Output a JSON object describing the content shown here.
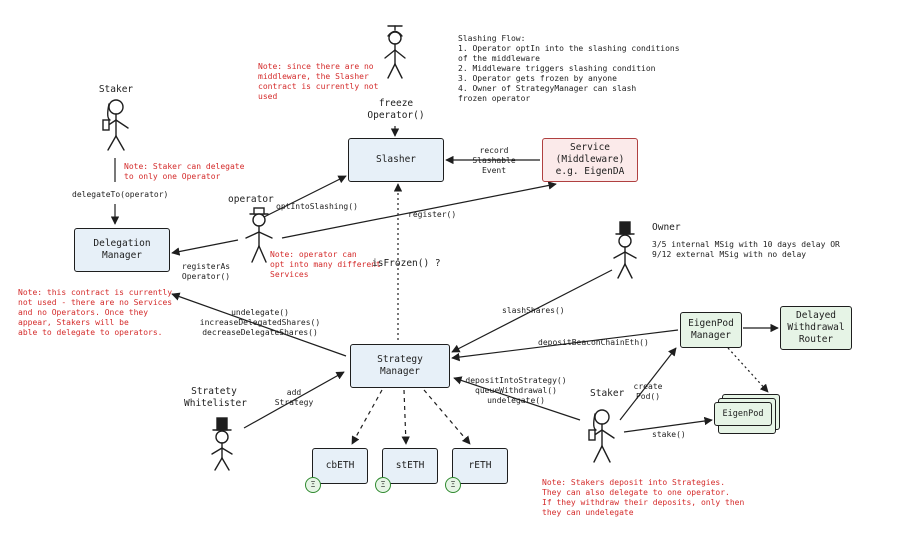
{
  "actors": {
    "staker_top": "Staker",
    "operator": "operator",
    "freeze_operator": "freeze\nOperator()",
    "owner": "Owner",
    "strategy_whitelister": "Stratety\nWhitelister",
    "staker_bottom": "Staker"
  },
  "boxes": {
    "slasher": "Slasher",
    "service": "Service\n(Middleware)\ne.g. EigenDA",
    "delegation_manager": "Delegation\nManager",
    "strategy_manager": "Strategy\nManager",
    "eigenpod_manager": "EigenPod\nManager",
    "delayed_withdrawal_router": "Delayed\nWithdrawal\nRouter",
    "eigenpod": "EigenPod",
    "cbeth": "cbETH",
    "steth": "stETH",
    "reth": "rETH"
  },
  "badge_symbol": "Ξ",
  "slashing_flow": "Slashing Flow:\n1. Operator optIn into the slashing conditions\nof the middleware\n2. Middleware triggers slashing condition\n3. Operator gets frozen by anyone\n4. Owner of StrategyManager can slash\nfrozen operator",
  "owner_note": "3/5 internal MSig with 10 days delay OR\n9/12 external MSig with no delay",
  "notes": {
    "slasher_note": "Note: since there are no\nmiddleware, the Slasher\ncontract is currently not used",
    "staker_delegate_note": "Note: Staker can delegate\nto only one Operator",
    "operator_note": "Note: operator can\nopt into many different\nServices",
    "delegation_note": "Note: this contract is currently\nnot used - there are no Services\nand no Operators. Once they\nappear, Stakers will be\nable to delegate to operators.",
    "stakers_note": "Note: Stakers deposit into Strategies.\nThey can also delegate to one operator.\nIf they withdraw their deposits, only then\nthey can undelegate"
  },
  "edge_labels": {
    "record_event": "record\nSlashable\nEvent",
    "opt_into_slashing": "optIntoSlashing()",
    "register": "register()",
    "delegate_to": "delegateTo(operator)",
    "registers_operator": "registerAs\nOperator()",
    "is_frozen": "isFrozen() ?",
    "slash_shares": "slashShares()",
    "delegation_calls": "undelegate()\nincreaseDelegatedShares()\ndecreaseDelegateShares()",
    "deposit_beacon": "depositBeaconChainEth()",
    "deposit_strategy": "depositIntoStrategy()\nqueueWithdrawal()\nundelegate()",
    "add_strategy": "add\nStrategy",
    "create_pod": "create\nPod()",
    "stake": "stake()"
  }
}
